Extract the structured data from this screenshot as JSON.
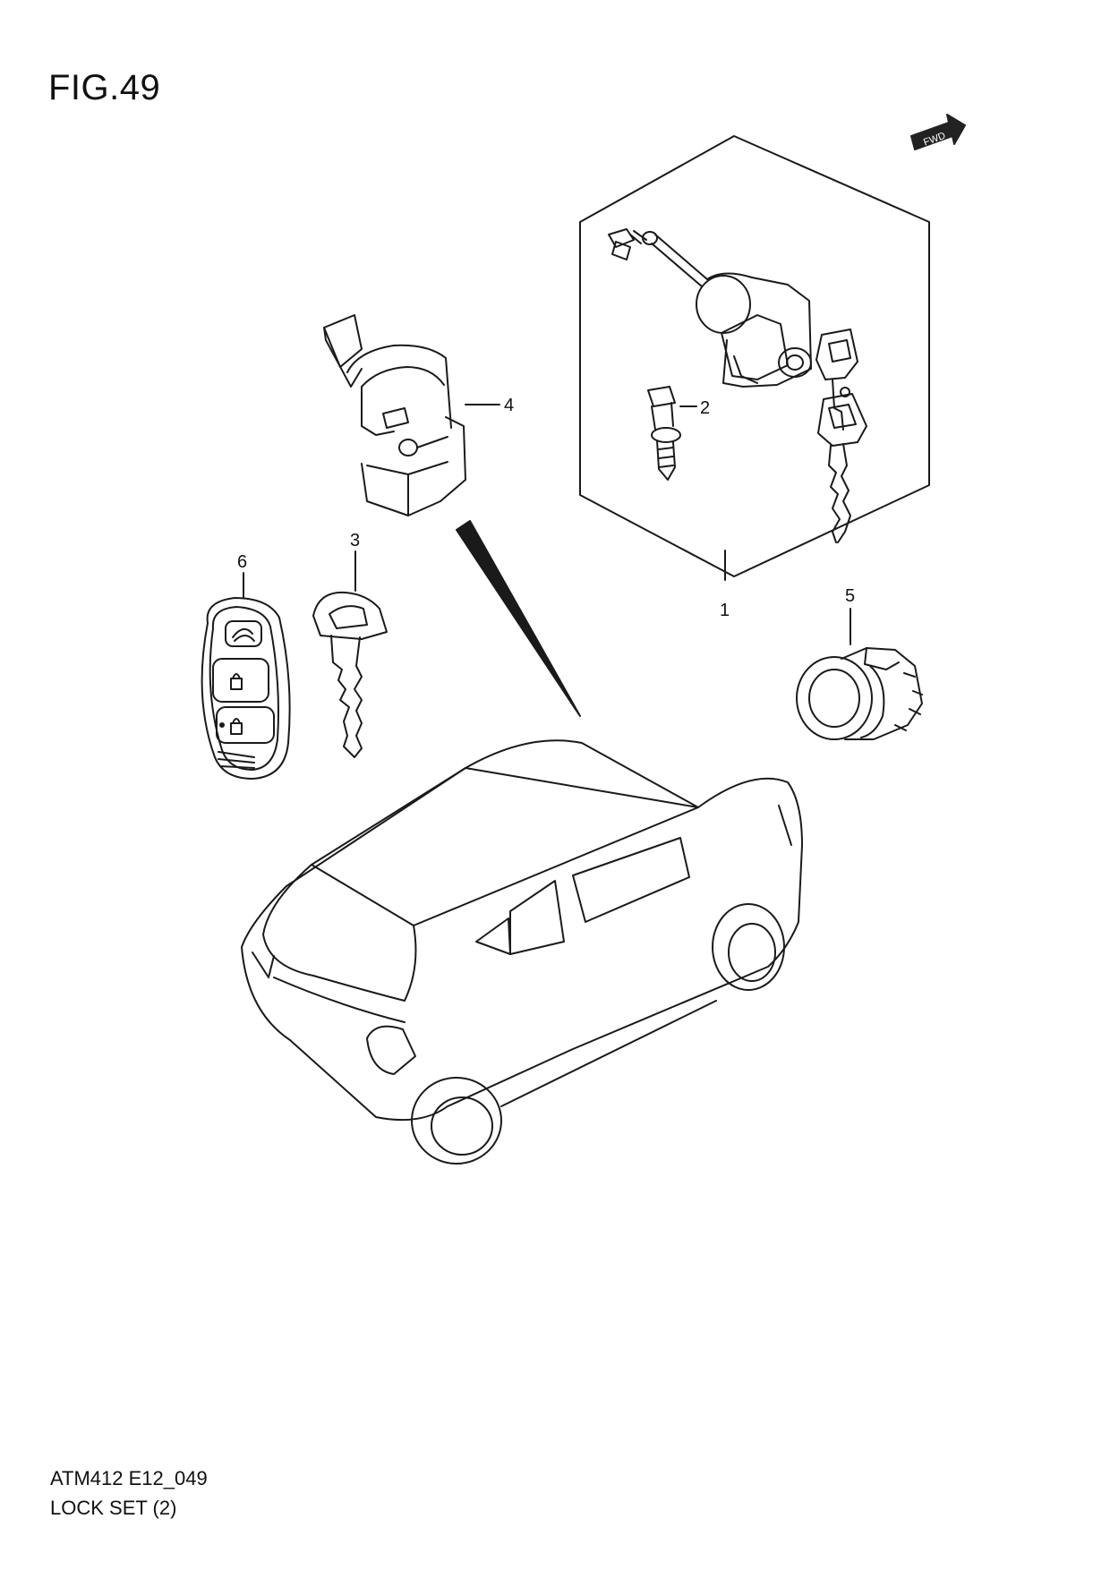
{
  "figure": {
    "title": "FIG.49",
    "fwd_label": "FWD"
  },
  "callouts": {
    "c1": "1",
    "c2": "2",
    "c3": "3",
    "c4": "4",
    "c5": "5",
    "c6": "6"
  },
  "footer": {
    "code": "ATM412 E12_049",
    "name": "LOCK SET (2)"
  }
}
